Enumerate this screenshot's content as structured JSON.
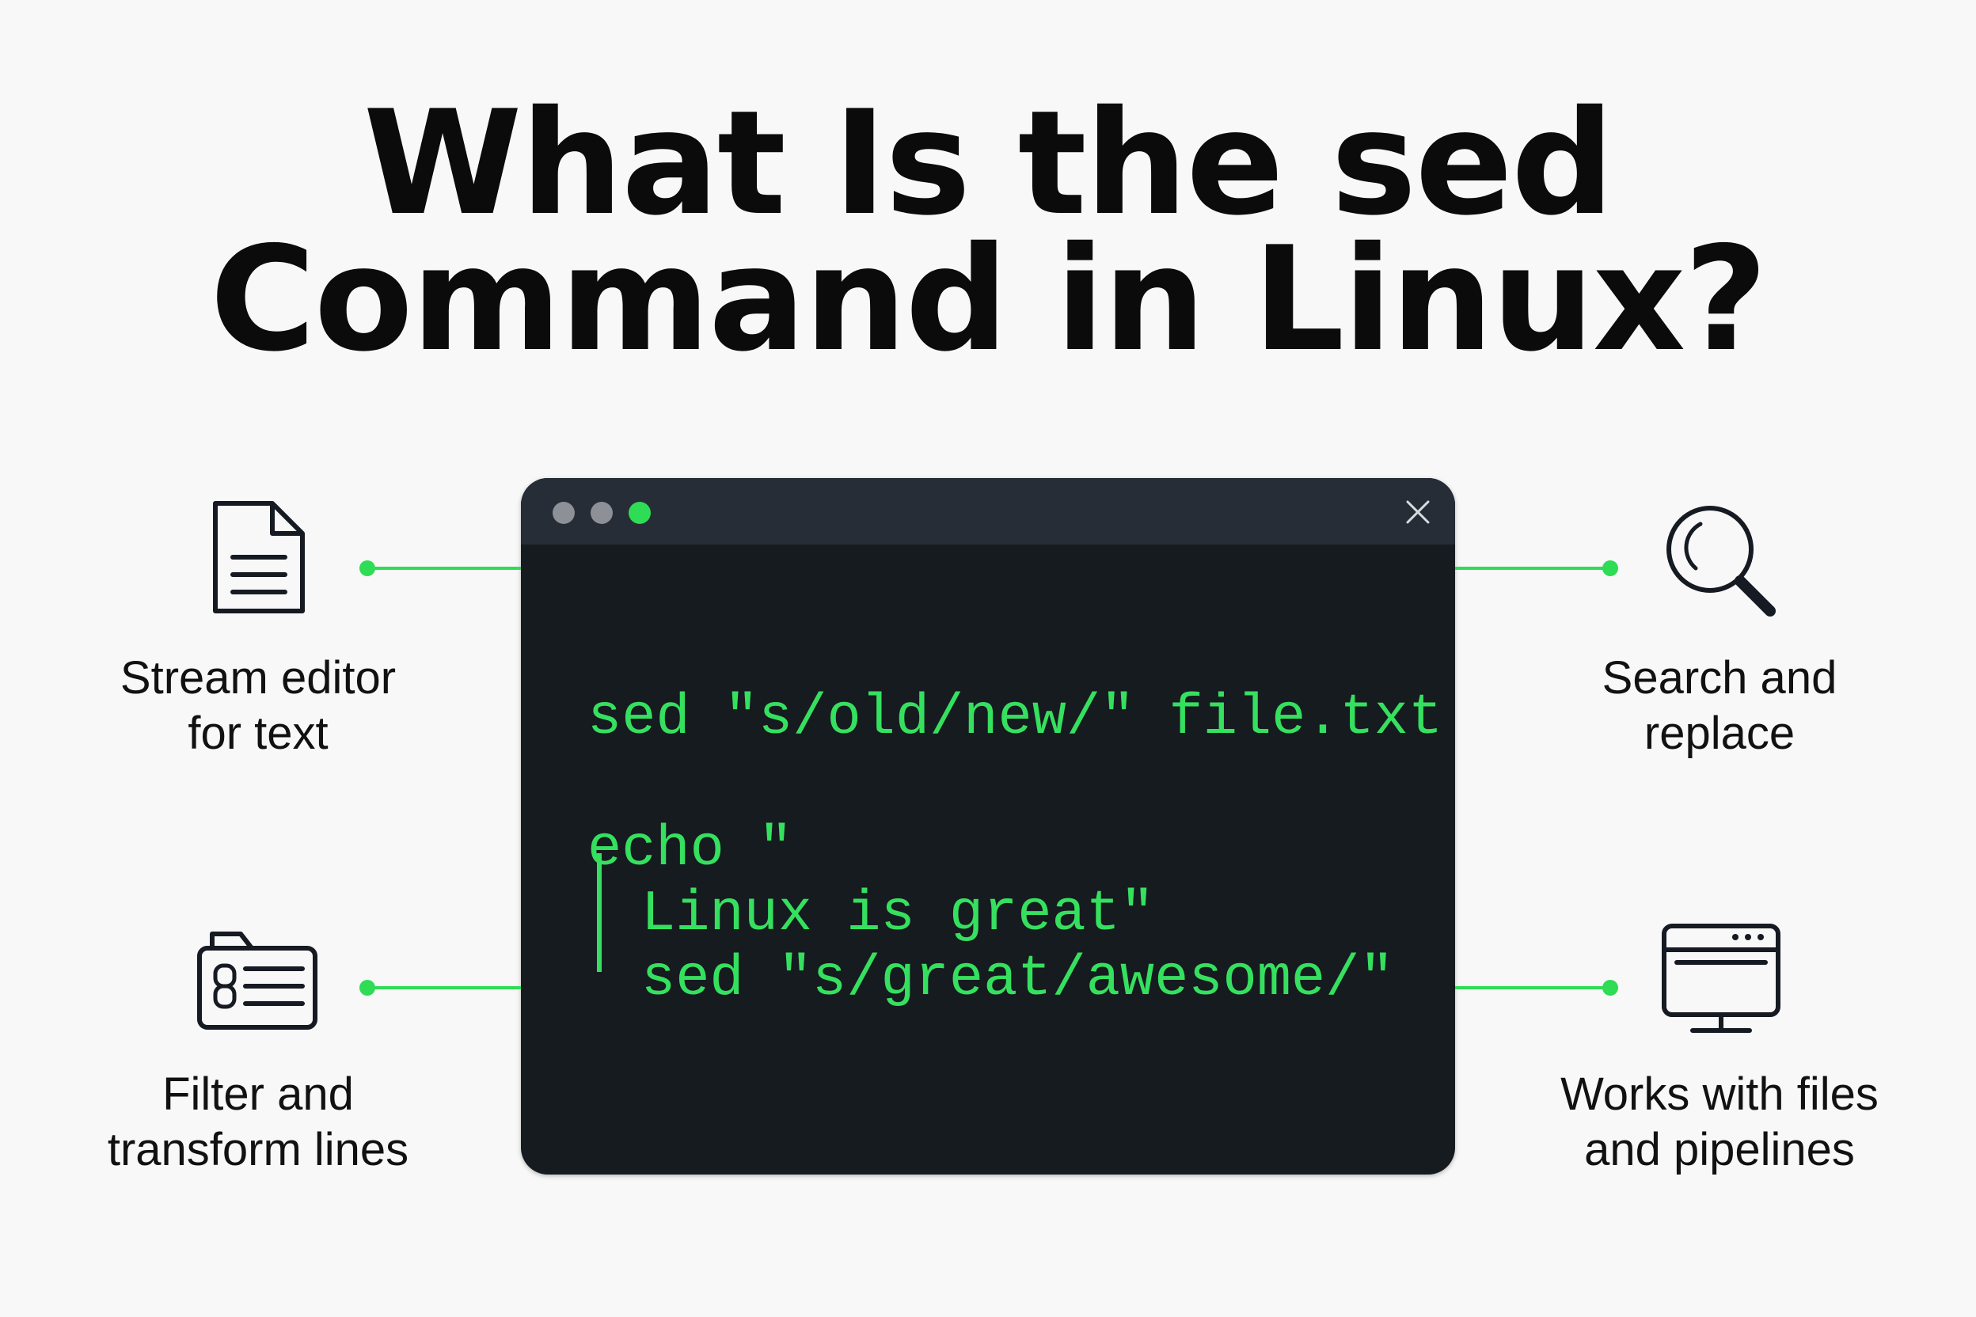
{
  "title": {
    "line1": "What Is the sed",
    "line2": "Command in Linux?"
  },
  "terminal": {
    "window_dots": [
      "#8d9096",
      "#8d9096",
      "#2fdc55"
    ],
    "close_icon": "close-icon",
    "code_lines": [
      "sed \"s/old/new/\" file.txt",
      "echo \"",
      "Linux is great\"",
      "sed \"s/great/awesome/\""
    ],
    "text_color": "#36e05f",
    "background": "#161b20",
    "titlebar_color": "#262d37"
  },
  "features": [
    {
      "icon": "document-icon",
      "line1": "Stream editor",
      "line2": "for text"
    },
    {
      "icon": "search-icon",
      "line1": "Search and",
      "line2": "replace"
    },
    {
      "icon": "folder-card-icon",
      "line1": "Filter and",
      "line2": "transform lines"
    },
    {
      "icon": "monitor-icon",
      "line1": "Works with files",
      "line2": "and pipelines"
    }
  ],
  "accent_color": "#2fdc55"
}
